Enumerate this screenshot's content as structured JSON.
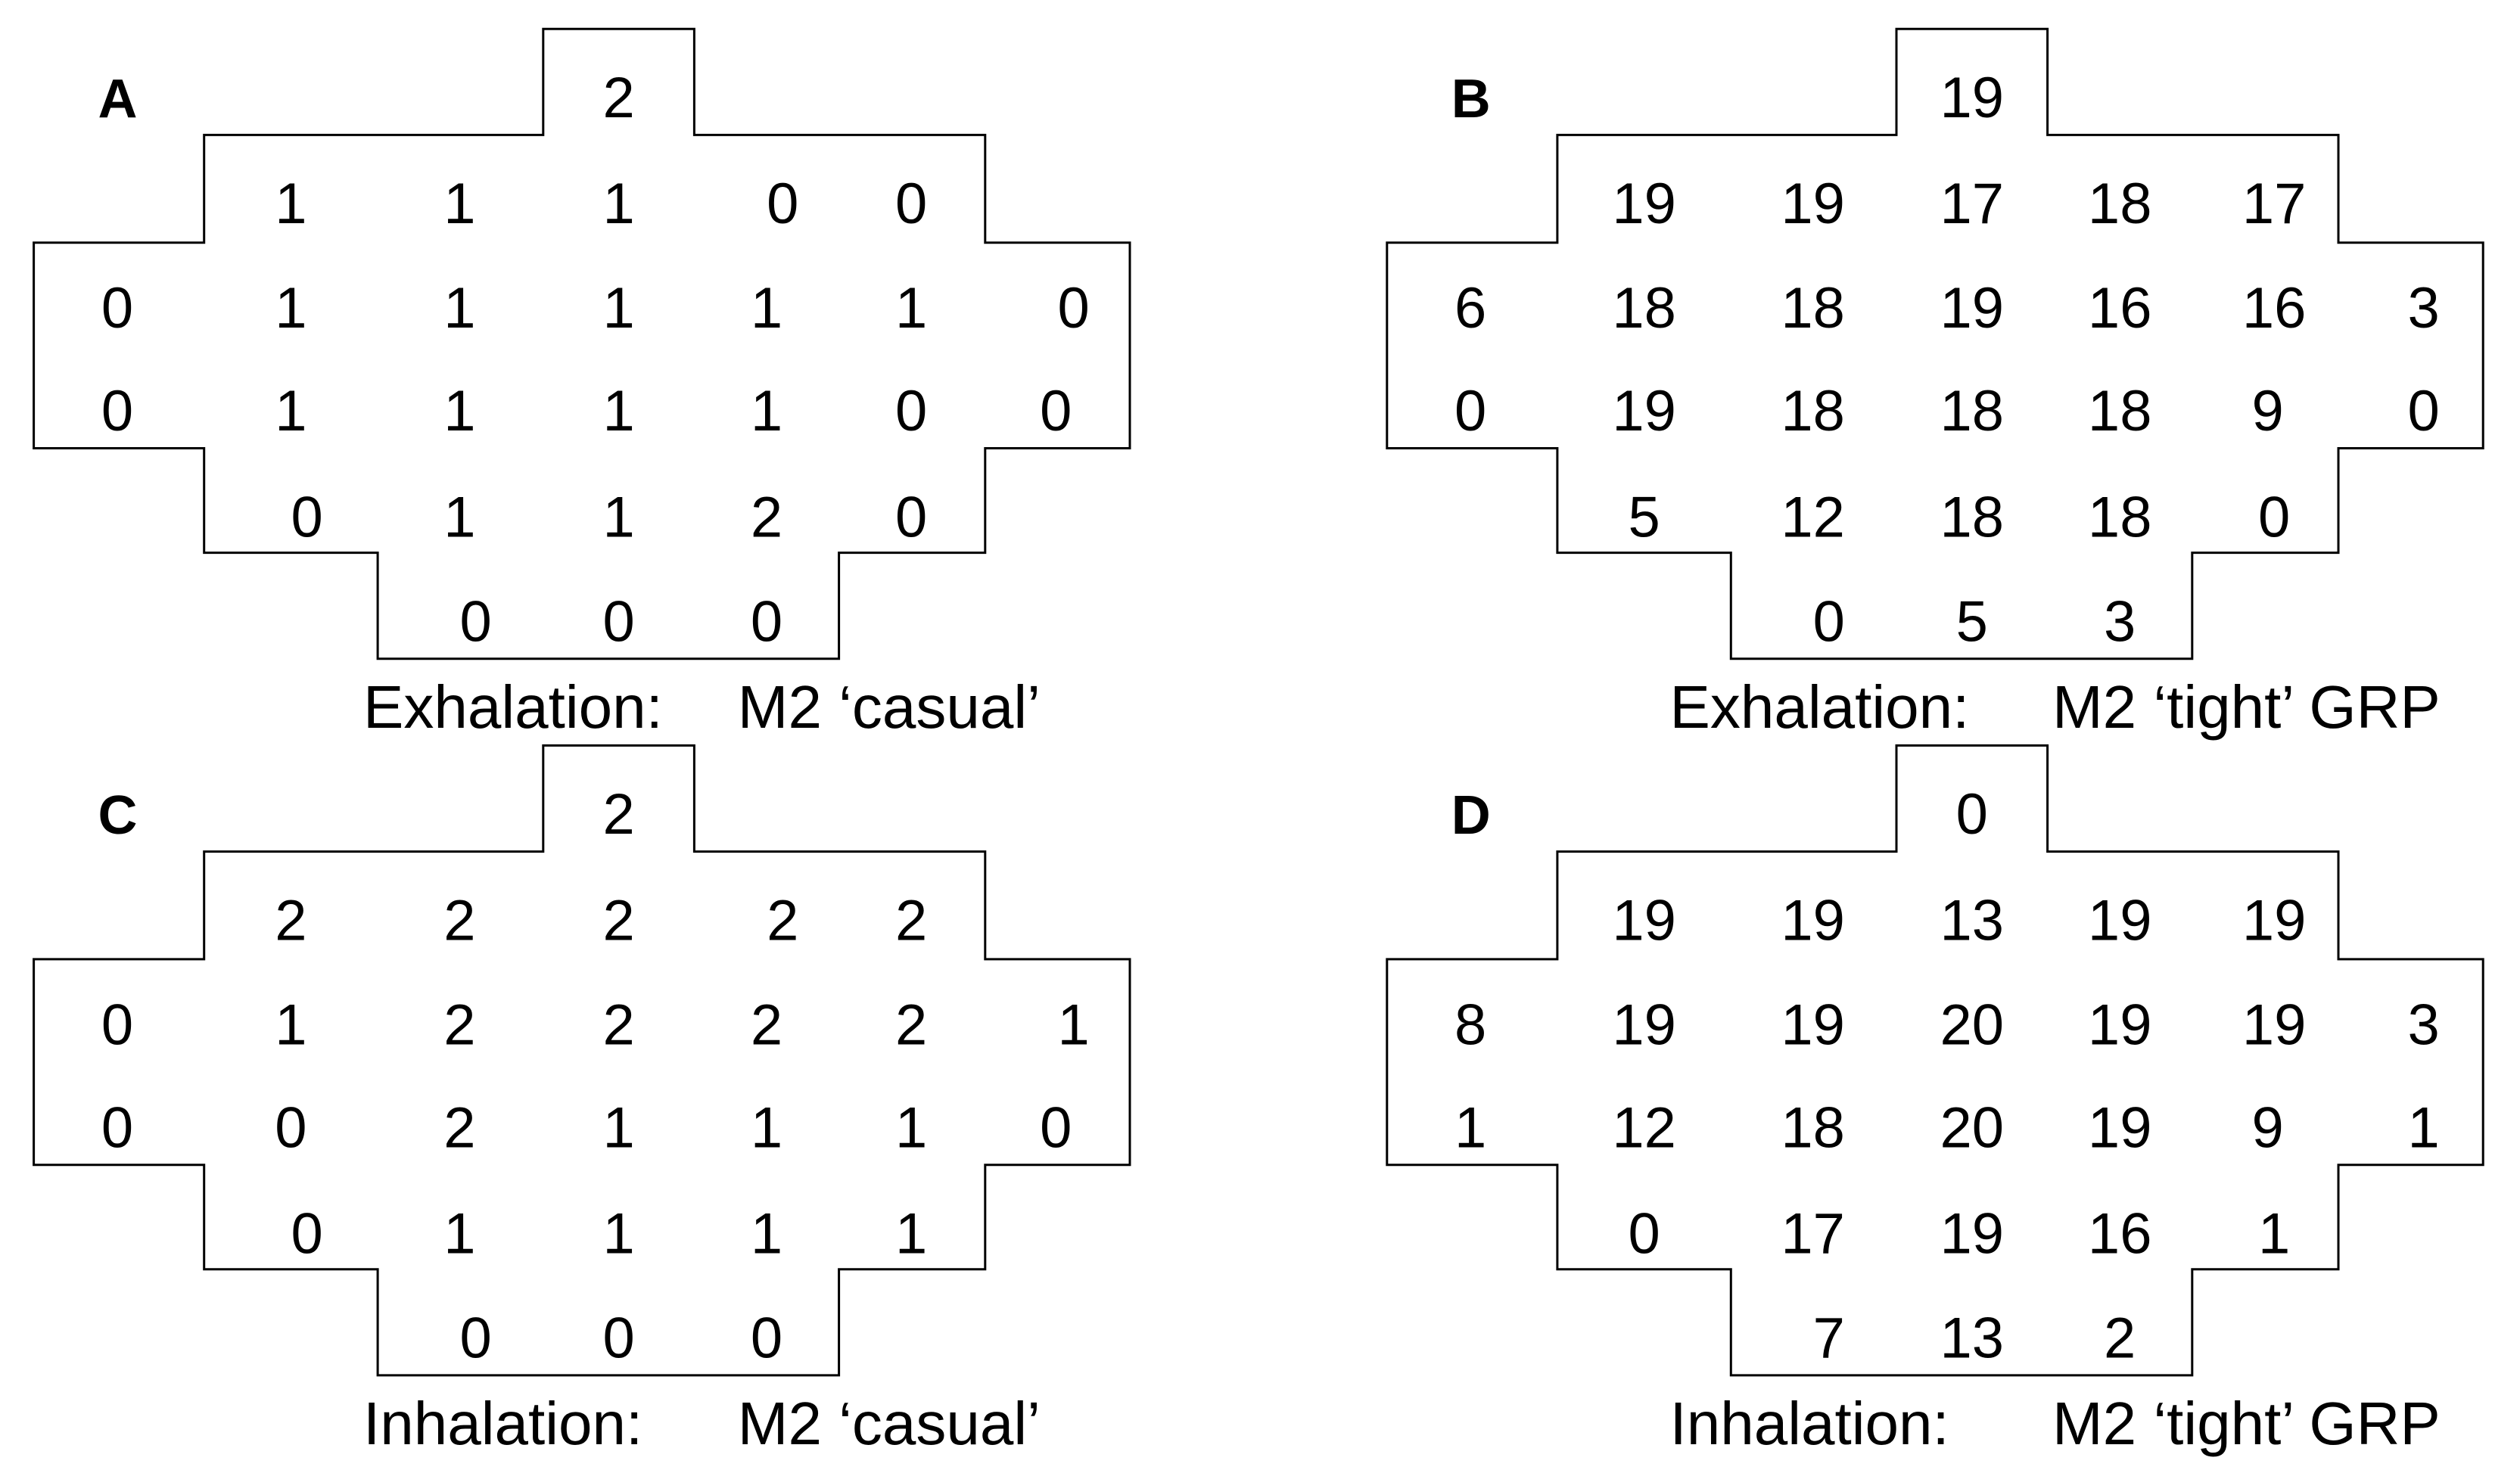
{
  "panels": [
    {
      "label": "A",
      "caption_phase": "Exhalation:",
      "caption_condition": "M2 ‘casual’",
      "rows": [
        [
          "2"
        ],
        [
          "1",
          "1",
          "1",
          "0",
          "0"
        ],
        [
          "0",
          "1",
          "1",
          "1",
          "1",
          "1",
          "0"
        ],
        [
          "0",
          "1",
          "1",
          "1",
          "1",
          "0",
          "0"
        ],
        [
          "0",
          "1",
          "1",
          "2",
          "0"
        ],
        [
          "0",
          "0",
          "0"
        ]
      ]
    },
    {
      "label": "B",
      "caption_phase": "Exhalation:",
      "caption_condition": "M2 ‘tight’ GRP",
      "rows": [
        [
          "19"
        ],
        [
          "19",
          "19",
          "17",
          "18",
          "17"
        ],
        [
          "6",
          "18",
          "18",
          "19",
          "16",
          "16",
          "3"
        ],
        [
          "0",
          "19",
          "18",
          "18",
          "18",
          "9",
          "0"
        ],
        [
          "5",
          "12",
          "18",
          "18",
          "0"
        ],
        [
          "0",
          "5",
          "3"
        ]
      ]
    },
    {
      "label": "C",
      "caption_phase": "Inhalation:",
      "caption_condition": "M2 ‘casual’",
      "rows": [
        [
          "2"
        ],
        [
          "2",
          "2",
          "2",
          "2",
          "2"
        ],
        [
          "0",
          "1",
          "2",
          "2",
          "2",
          "2",
          "1"
        ],
        [
          "0",
          "0",
          "2",
          "1",
          "1",
          "1",
          "0"
        ],
        [
          "0",
          "1",
          "1",
          "1",
          "1"
        ],
        [
          "0",
          "0",
          "0"
        ]
      ]
    },
    {
      "label": "D",
      "caption_phase": "Inhalation:",
      "caption_condition": "M2 ‘tight’ GRP",
      "rows": [
        [
          "0"
        ],
        [
          "19",
          "19",
          "13",
          "19",
          "19"
        ],
        [
          "8",
          "19",
          "19",
          "20",
          "19",
          "19",
          "3"
        ],
        [
          "1",
          "12",
          "18",
          "20",
          "19",
          "9",
          "1"
        ],
        [
          "0",
          "17",
          "19",
          "16",
          "1"
        ],
        [
          "7",
          "13",
          "2"
        ]
      ]
    }
  ]
}
